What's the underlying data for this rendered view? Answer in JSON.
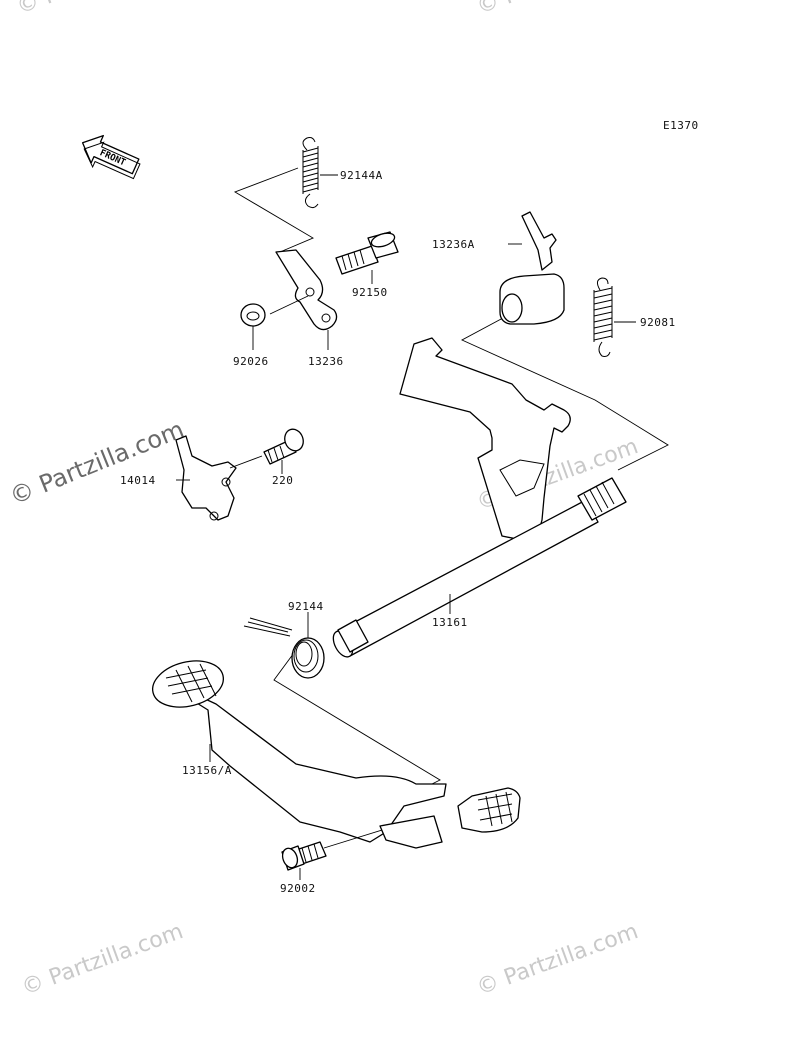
{
  "diagram": {
    "code": "E1370",
    "front_arrow": "FRONT",
    "watermark": "© Partzilla.com",
    "watermark_small": "© Partzilla.com",
    "part_labels": {
      "p92144A": "92144A",
      "p92150": "92150",
      "p92026": "92026",
      "p13236": "13236",
      "p13236A": "13236A",
      "p92081": "92081",
      "p14014": "14014",
      "p220": "220",
      "p92144": "92144",
      "p13161": "13161",
      "p13156A": "13156/A",
      "p92002": "92002"
    }
  }
}
